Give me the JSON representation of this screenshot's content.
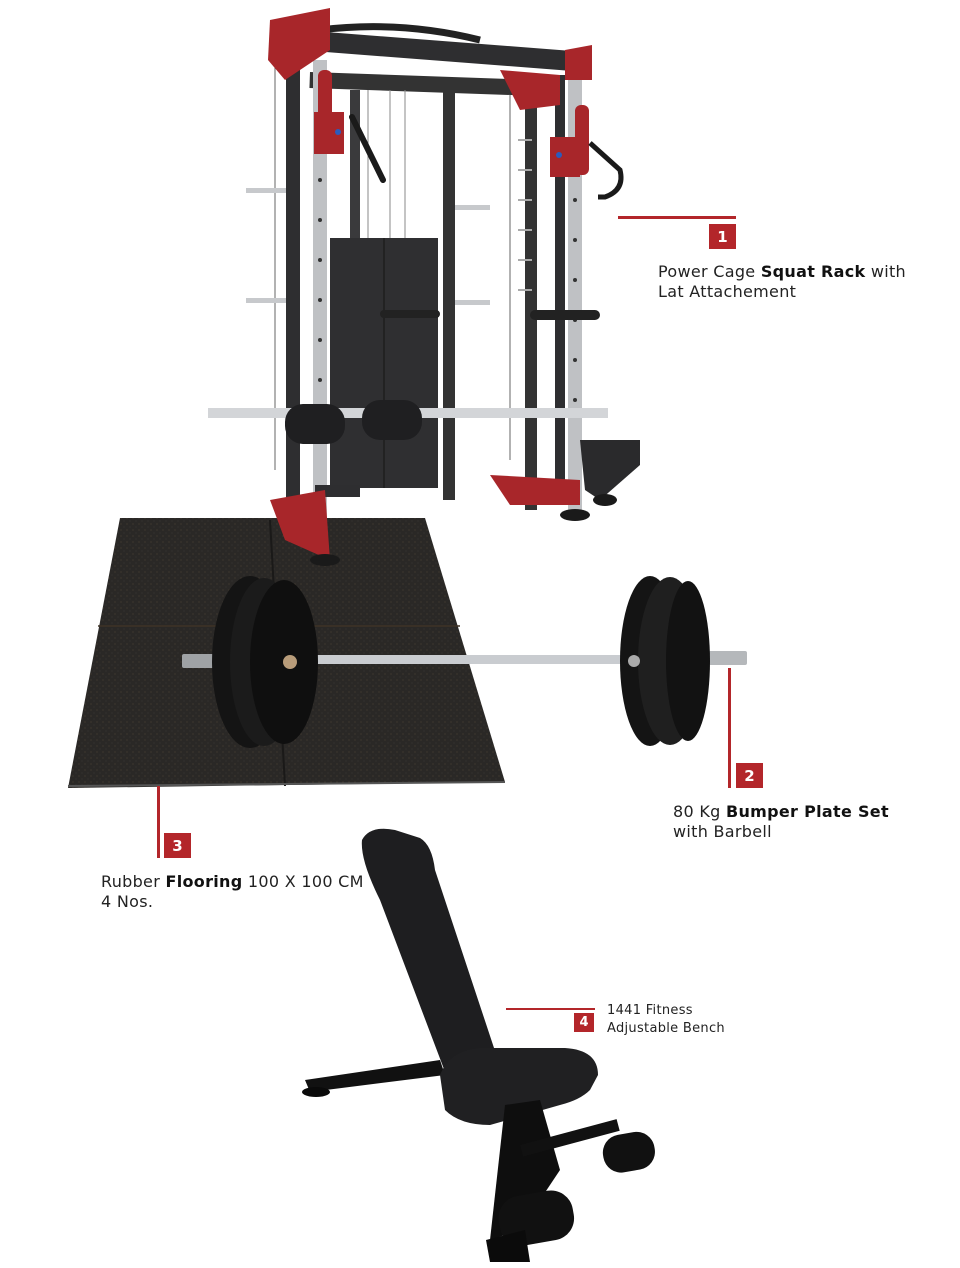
{
  "callouts": [
    {
      "number": "1",
      "text_before": "Power Cage ",
      "text_bold": "Squat Rack",
      "text_after": " with",
      "line2": "Lat Attachement"
    },
    {
      "number": "2",
      "text_before": "80 Kg ",
      "text_bold": "Bumper Plate Set",
      "text_after": "",
      "line2": "with Barbell"
    },
    {
      "number": "3",
      "text_before": "Rubber ",
      "text_bold": "Flooring",
      "text_after": " 100 X 100 CM",
      "line2": "4 Nos."
    },
    {
      "number": "4",
      "line1": "1441 Fitness",
      "line2": "Adjustable Bench"
    }
  ],
  "colors": {
    "accent_red": "#b3262a",
    "frame_dark": "#2e2e30",
    "frame_red": "#a8262a",
    "mat": "#2a2826",
    "plate": "#141414",
    "bar_steel": "#c9ccd0",
    "bench": "#1c1c1e"
  },
  "equipment": [
    {
      "id": "squat-rack",
      "icon": "power-cage-image"
    },
    {
      "id": "flooring",
      "icon": "rubber-mat-image"
    },
    {
      "id": "barbell",
      "icon": "barbell-plates-image"
    },
    {
      "id": "bench",
      "icon": "adjustable-bench-image"
    }
  ]
}
